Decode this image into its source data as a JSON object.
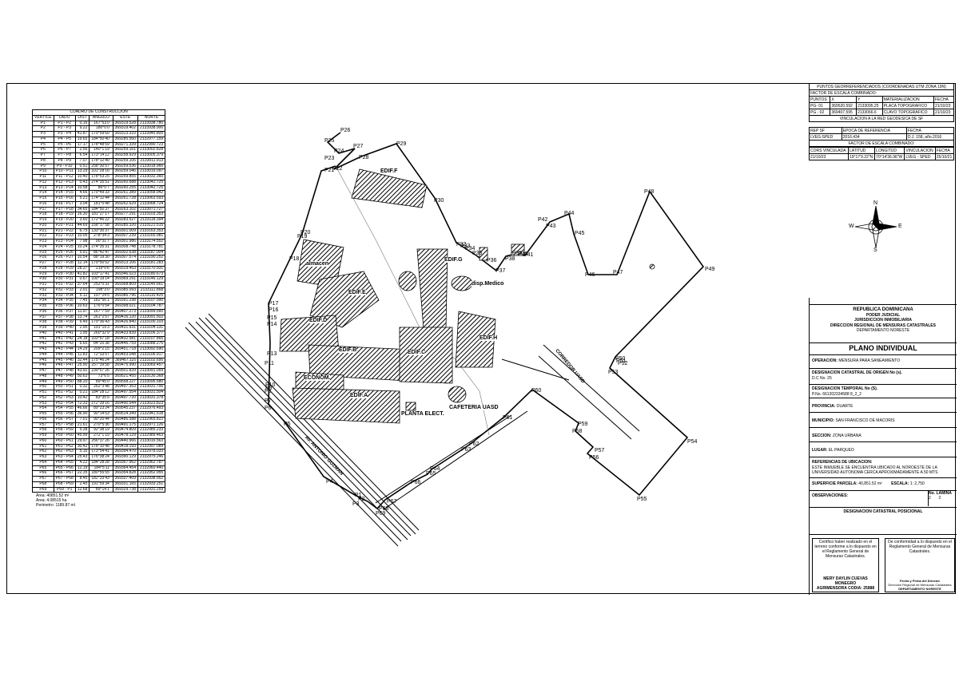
{
  "construction_table": {
    "title": "CUADRO DE CONSTRUCCION",
    "headers": [
      "VERTICE",
      "LADO",
      "DIST",
      "ANGULO",
      "ESTE",
      "NORTE"
    ],
    "rows": [
      [
        "P1",
        "P1 - P2",
        "0.16",
        "167°53'0\"",
        "369319.528",
        "2133938.780"
      ],
      [
        "P2",
        "P2 - P3",
        "9.22",
        "180°0'0\"",
        "369319.402",
        "2133938.900"
      ],
      [
        "P3",
        "P3 - P4",
        "41.87",
        "179°59'60\"",
        "369313.310",
        "2133945.805"
      ],
      [
        "P4",
        "P4 - P5",
        "19.65",
        "184°50'40\"",
        "369285.560",
        "2132977.159"
      ],
      [
        "P5",
        "P5 - P6",
        "17.17",
        "178°48'59\"",
        "369271.339",
        "2132990.723"
      ],
      [
        "P6",
        "P6 - P7",
        "2.56",
        "140°1'19\"",
        "369259.161",
        "2133002.828"
      ],
      [
        "P7",
        "P7 - P8",
        "6.54",
        "173°14'12\"",
        "369258.929",
        "2133005.379"
      ],
      [
        "P8",
        "P8 - P9",
        "7.07",
        "178°12'40\"",
        "369259.106",
        "2133011.913"
      ],
      [
        "P9",
        "P9 - P10",
        "0.51",
        "258°30'57\"",
        "369259.536",
        "2133018.966"
      ],
      [
        "P10",
        "P10 - P11",
        "13.29",
        "101°28'16\"",
        "369259.046",
        "2133019.097"
      ],
      [
        "P11",
        "P11 - P12",
        "10.40",
        "178°53'25\"",
        "369259.855",
        "2133032.360"
      ],
      [
        "P12",
        "P12 - P13",
        "0.43",
        "274°35'51\"",
        "369260.688",
        "2133042.725"
      ],
      [
        "P13",
        "P13 - P14",
        "10.58",
        "86°0'7\"",
        "369260.255",
        "2133042.725"
      ],
      [
        "P14",
        "P14 - P15",
        "4.66",
        "179°49'33\"",
        "369261.389",
        "2133058.942"
      ],
      [
        "P15",
        "P15 - P16",
        "5.21",
        "174°12'44\"",
        "369261.728",
        "2133063.593"
      ],
      [
        "P16",
        "P16 - P17",
        "3.04",
        "181°0'48\"",
        "369262.629",
        "2133068.724"
      ],
      [
        "P17",
        "P17 - P18",
        "34.65",
        "184°50'37\"",
        "369263.102",
        "2133071.727"
      ],
      [
        "P18",
        "P18 - P19",
        "16.30",
        "181°27'17\"",
        "369277.291",
        "2133103.353"
      ],
      [
        "P19",
        "P19 - P20",
        "3.60",
        "172°46'22\"",
        "369283.527",
        "2133118.394"
      ],
      [
        "P20",
        "P20 - P21",
        "44.69",
        "158°17'58\"",
        "369285.320",
        "2133121.515"
      ],
      [
        "P21",
        "P21 - P22",
        "6.75",
        "133°30'37\"",
        "369301.009",
        "2133163.353"
      ],
      [
        "P22",
        "P22 - P23",
        "10.05",
        "278°34'3\"",
        "369307.239",
        "2133165.981"
      ],
      [
        "P23",
        "P23 - P24",
        "7.98",
        "90°31'7\"",
        "369301.986",
        "2133174.552"
      ],
      [
        "P24",
        "P24 - P25",
        "10.24",
        "274°35'31\"",
        "369308.748",
        "2133178.781"
      ],
      [
        "P25",
        "P25 - P26",
        "5.91",
        "86°42'47\"",
        "369302.638",
        "2133187.004"
      ],
      [
        "P26",
        "P26 - P27",
        "10.54",
        "88°19'30\"",
        "369307.574",
        "2133190.252"
      ],
      [
        "P27",
        "P27 - P28",
        "12.14",
        "179°50'52\"",
        "369313.106",
        "2133181.283"
      ],
      [
        "P28",
        "P28 - P29",
        "28.37",
        "219°0'6\"",
        "369319.453",
        "2133170.931"
      ],
      [
        "P29",
        "P29 - P30",
        "41.82",
        "103°17'41\"",
        "369346.023",
        "2133180.673"
      ],
      [
        "P30",
        "P30 - P31",
        "0.67",
        "100°19'14\"",
        "369369.291",
        "2133146.129"
      ],
      [
        "P31",
        "P31 - P32",
        "37.64",
        "252°0'31\"",
        "369368.809",
        "2133145.661"
      ],
      [
        "P32",
        "P32 - P33",
        "2.01",
        "198°3'0\"",
        "369385.093",
        "2133111.868"
      ],
      [
        "P33",
        "P33 - P34",
        "5.12",
        "197°24'5\"",
        "369386.796",
        "2133110.425"
      ],
      [
        "P34",
        "P34 - P35",
        "7.45",
        "182°56'1\"",
        "369391.298",
        "2133107.990"
      ],
      [
        "P35",
        "P35 - P36",
        "10.63",
        "176°0'54\"",
        "369398.021",
        "2133104.787"
      ],
      [
        "P36",
        "P36 - P37",
        "11.97",
        "167°7'59\"",
        "369407.273",
        "2133099.560"
      ],
      [
        "P37",
        "P37 - P38",
        "13.74",
        "261°2'57\"",
        "369416.120",
        "2133091.502"
      ],
      [
        "P38",
        "P38 - P39",
        "6.49",
        "179°36'43\"",
        "369426.840",
        "2133100.103"
      ],
      [
        "P39",
        "P39 - P40",
        "2.95",
        "191°19'3\"",
        "369431.931",
        "2133104.131"
      ],
      [
        "P40",
        "P40 - P41",
        "1.95",
        "260°32'9\"",
        "369433.839",
        "2133106.377"
      ],
      [
        "P41",
        "P41 - P42",
        "24.18",
        "103°57'18\"",
        "369432.581",
        "2133107.865"
      ],
      [
        "P42",
        "P42 - P43",
        "6.65",
        "84°20'38\"",
        "369446.759",
        "2133088.276"
      ],
      [
        "P43",
        "P43 - P44",
        "14.29",
        "209°2'15\"",
        "369451.718",
        "2133092.690"
      ],
      [
        "P44",
        "P44 - P45",
        "11.83",
        "72°33'57\"",
        "369453.048",
        "2133106.917"
      ],
      [
        "P45",
        "P45 - P46",
        "32.44",
        "175°46'24\"",
        "369467.116",
        "2133102.656"
      ],
      [
        "P46",
        "P46 - P47",
        "25.90",
        "257°39'58\"",
        "369475.990",
        "2133069.457"
      ],
      [
        "P47",
        "P47 - P48",
        "43.92",
        "239°57'26\"",
        "369501.839",
        "2133091.059"
      ],
      [
        "P48",
        "P48 - P49",
        "50.63",
        "73°6'5\"",
        "369521.455",
        "2133130.368"
      ],
      [
        "P49",
        "P49 - P50",
        "88.20",
        "89°45'0\"",
        "369558.227",
        "2133095.580"
      ],
      [
        "P50",
        "P50 - P51",
        "0.32",
        "262°3'48\"",
        "369497.353",
        "2133031.756"
      ],
      [
        "P51",
        "P51 - P52",
        "0.21",
        "184°28'12\"",
        "369497.554",
        "2133031.504"
      ],
      [
        "P52",
        "P52 - P53",
        "10.42",
        "83°35'5\"",
        "369497.720",
        "2133031.378"
      ],
      [
        "P53",
        "P53 - P54",
        "72.33",
        "272°39'16\"",
        "369490.544",
        "2133023.823"
      ],
      [
        "P54",
        "P54 - P55",
        "46.66",
        "89°23'24\"",
        "369545.237",
        "2132976.493"
      ],
      [
        "P55",
        "P55 - P56",
        "36.90",
        "90°14'53\"",
        "369514.349",
        "2132941.518"
      ],
      [
        "P56",
        "P56 - P57",
        "7.01",
        "90°20'44\"",
        "369486.588",
        "2132965.822"
      ],
      [
        "P57",
        "P57 - P58",
        "21.61",
        "270°5'36\"",
        "369491.175",
        "2132971.126"
      ],
      [
        "P58",
        "P58 - P59",
        "5.38",
        "92°38'19\"",
        "369474.809",
        "2132985.233"
      ],
      [
        "P59",
        "P59 - P60",
        "45.99",
        "272°1'19\"",
        "369478.129",
        "2132989.463"
      ],
      [
        "P60",
        "P60 - P61",
        "29.97",
        "256°37'26\"",
        "369440.966",
        "2133016.563"
      ],
      [
        "P61",
        "P61 - P62",
        "30.42",
        "178°10'48\"",
        "369418.193",
        "2132997.089"
      ],
      [
        "P62",
        "P62 - P63",
        "5.16",
        "173°54'41\"",
        "369394.470",
        "2132978.033"
      ],
      [
        "P63",
        "P63 - P64",
        "25.43",
        "176°38'24\"",
        "369390.129",
        "2132975.246"
      ],
      [
        "P64",
        "P64 - P65",
        "4.22",
        "184°28'28\"",
        "369367.962",
        "2132962.787"
      ],
      [
        "P65",
        "P65 - P66",
        "12.19",
        "184°5'11\"",
        "369364.454",
        "2132960.440"
      ],
      [
        "P66",
        "P66 - P67",
        "22.35",
        "180°55'55\"",
        "369354.828",
        "2132952.955"
      ],
      [
        "P67",
        "P67 - P68",
        "8.45",
        "182°33'43\"",
        "369337.409",
        "2132938.952"
      ],
      [
        "P68",
        "P68 - P69",
        "2.45",
        "191°59'34\"",
        "369331.165",
        "2132933.251"
      ],
      [
        "P69",
        "P69 - P1",
        "12.68",
        "89°14'1\"",
        "369329.738",
        "2132931.259"
      ]
    ]
  },
  "area_info": {
    "area_m2": "Area: 40851.52 m²",
    "area_ha": "Area: 4.08515 ha",
    "perimeter": "Perimetro: 1189.87 ml"
  },
  "georef": {
    "title": "PUNTOS GEORREFERENCIADOS (COORDENADAS UTM ZONA 19N)",
    "scale_factor": "FACTOR DE ESCALA COMBINADO:",
    "headers": [
      "PUNTOS",
      "X",
      "Y",
      "MATERIALIZACION",
      "FECHA"
    ],
    "rows": [
      [
        "PG- 01",
        "369520.592",
        "2133095.25",
        "PLACA TOPOGRAFICO",
        "21/10/23"
      ],
      [
        "PG - 02",
        "369407.595",
        "2133066.6",
        "CLAVO TOPOGRAFICO",
        "21/10/23"
      ]
    ],
    "link_title": "VINCULACION A LA RED GEODESICA DE SF",
    "ref_headers": [
      "REP SF",
      "EPOCA DE REFERENCIA",
      "FECHA"
    ],
    "ref_row": [
      "LVEG-SPED",
      "2016.434",
      "D.J. 158, año.2016"
    ],
    "scale_factor2": "FACTOR DE ESCALA COMBINADO:",
    "cors_headers": [
      "CORS VINCULADA",
      "LATITUD",
      "LONGITUD",
      "VINCULACION",
      "FECHA"
    ],
    "cors_row": [
      "21/10/23",
      "19°17'9.22\"N",
      "70°14'36.96\"W",
      "LVEG - SPED",
      "25/10/21"
    ]
  },
  "compass": {
    "n": "N",
    "s": "S",
    "e": "E",
    "w": "W"
  },
  "title_block": {
    "country": "REPUBLICA DOMINICANA",
    "power": "PODER JUDICIAL",
    "jurisdiction": "JURISDICCION INMOBILIARIA",
    "direction": "DIRECCION REGIONAL DE MENSURAS CATASTRALES",
    "department": "DEPARTAMENTO NORESTE",
    "plan": "PLANO INDIVIDUAL",
    "operation_label": "OPERACION:",
    "operation": "MENSURA PARA SANEAMIENTO",
    "designation_label": "DESIGNACION CATASTRAL DE ORIGEN No (s).",
    "designation": "D.C No. 25",
    "temp_label": "DESIGNACION TEMPORAL No (S).",
    "temp": "P.No. 661202334588 8_2_2",
    "province_label": "PROVINCIA:",
    "province": "DUARTE",
    "municipality_label": "MUNICIPIO:",
    "municipality": "SAN FRANCISCO DE MACORIS",
    "section_label": "SECCION:",
    "section": "ZONA URBANA",
    "place_label": "LUGAR:",
    "place": "EL PARQUEO",
    "refs_label": "REFERENCIAS DE UBICACION:",
    "refs": "ESTE INMUEBLE SE ENCUENTRA UBICADO AL NOROESTE DE LA UNIVERSIDAD AUTONOMA CERCA APROXIMADAMENTE A 50 MTS",
    "surface_label": "SUPERFICIE PARCELA:",
    "surface": "40,851.52 m²",
    "scale_label": "ESCALA:",
    "scale": "1: 2,750",
    "obs_label": "OBSERVACIONES:",
    "sheet_label": "No. LAMINA",
    "sheet_num": "2",
    "sheet_total": "2",
    "positional": "DESIGNACION CATASTRAL POSICIONAL",
    "certify": "Certifico haber realizado en el terreno conforme a lo dispuesto en el Reglamento General de Mensuras Catastrales.",
    "conform": "De conformidad a lo dispuesto en el Reglamento General de Mensuras Catastrales.",
    "surveyor": "MERY DAYLIN CUEVAS MONEGRO",
    "surveyor_title": "AGRIMENSORA  CODIA: 25888",
    "sign_director": "Fecha y Firma del Director",
    "director_dir": "Dirección Regional de Mensuras Catastrales",
    "director_dept": "DEPARTAMENTO NORESTE"
  },
  "map_labels": {
    "buildings": [
      "EDIF.F",
      "EDIF.G",
      "almacen",
      "disp.Medico",
      "EDIF.E",
      "EDIF.D",
      "EDIF.B",
      "EDIF.C",
      "EDIF.H",
      "ECONOM.",
      "EDIF.A",
      "PLANTA ELECT.",
      "CAFETERIA UASD"
    ],
    "streets": [
      "AV. ANTONIO GUZMAN",
      "CORREDOR UASD"
    ],
    "points": [
      [
        "P26",
        426,
        160
      ],
      [
        "P25",
        406,
        173
      ],
      [
        "P24",
        418,
        186
      ],
      [
        "P27",
        442,
        180
      ],
      [
        "P23",
        406,
        195
      ],
      [
        "P28",
        449,
        194
      ],
      [
        "P29",
        496,
        177
      ],
      [
        "P21",
        406,
        210
      ],
      [
        "P22",
        416,
        208
      ],
      [
        "P30",
        543,
        248
      ],
      [
        "P20",
        376,
        288
      ],
      [
        "P19",
        372,
        293
      ],
      [
        "P18",
        362,
        321
      ],
      [
        "P32",
        571,
        303
      ],
      [
        "P34",
        582,
        308
      ],
      [
        "P33",
        576,
        305
      ],
      [
        "P35",
        591,
        314
      ],
      [
        "P36",
        609,
        323
      ],
      [
        "P37",
        620,
        336
      ],
      [
        "P38",
        632,
        321
      ],
      [
        "P39",
        641,
        314
      ],
      [
        "P40",
        648,
        315
      ],
      [
        "P41",
        655,
        316
      ],
      [
        "P42",
        673,
        272
      ],
      [
        "P43",
        683,
        280
      ],
      [
        "P44",
        706,
        264
      ],
      [
        "P45",
        719,
        289
      ],
      [
        "P48",
        806,
        237
      ],
      [
        "P46",
        732,
        341
      ],
      [
        "P47",
        767,
        338
      ],
      [
        "P49",
        882,
        334
      ],
      [
        "P17",
        336,
        377
      ],
      [
        "P16",
        336,
        385
      ],
      [
        "P15",
        334,
        395
      ],
      [
        "P14",
        334,
        403
      ],
      [
        "P13",
        334,
        440
      ],
      [
        "P11",
        331,
        452
      ],
      [
        "P10",
        332,
        479
      ],
      [
        "P9",
        332,
        483
      ],
      [
        "P8",
        331,
        487
      ],
      [
        "P7",
        331,
        499
      ],
      [
        "P6",
        331,
        508
      ],
      [
        "P50",
        770,
        446
      ],
      [
        "P51",
        771,
        449
      ],
      [
        "P52",
        773,
        452
      ],
      [
        "P53",
        761,
        463
      ],
      [
        "P54",
        860,
        550
      ],
      [
        "P55",
        797,
        622
      ],
      [
        "P56",
        737,
        570
      ],
      [
        "P57",
        744,
        561
      ],
      [
        "P58",
        716,
        537
      ],
      [
        "P59",
        723,
        528
      ],
      [
        "P60",
        665,
        486
      ],
      [
        "P61",
        629,
        520
      ],
      [
        "P62",
        587,
        553
      ],
      [
        "P63",
        577,
        560
      ],
      [
        "P64",
        538,
        584
      ],
      [
        "P65",
        533,
        590
      ],
      [
        "P66",
        514,
        601
      ],
      [
        "P67",
        484,
        625
      ],
      [
        "P68",
        474,
        634
      ],
      [
        "P69",
        470,
        640
      ],
      [
        "P1",
        444,
        617
      ],
      [
        "P2",
        448,
        622
      ],
      [
        "P3",
        441,
        628
      ],
      [
        "P4",
        408,
        600
      ],
      [
        "P5",
        355,
        528
      ]
    ]
  }
}
